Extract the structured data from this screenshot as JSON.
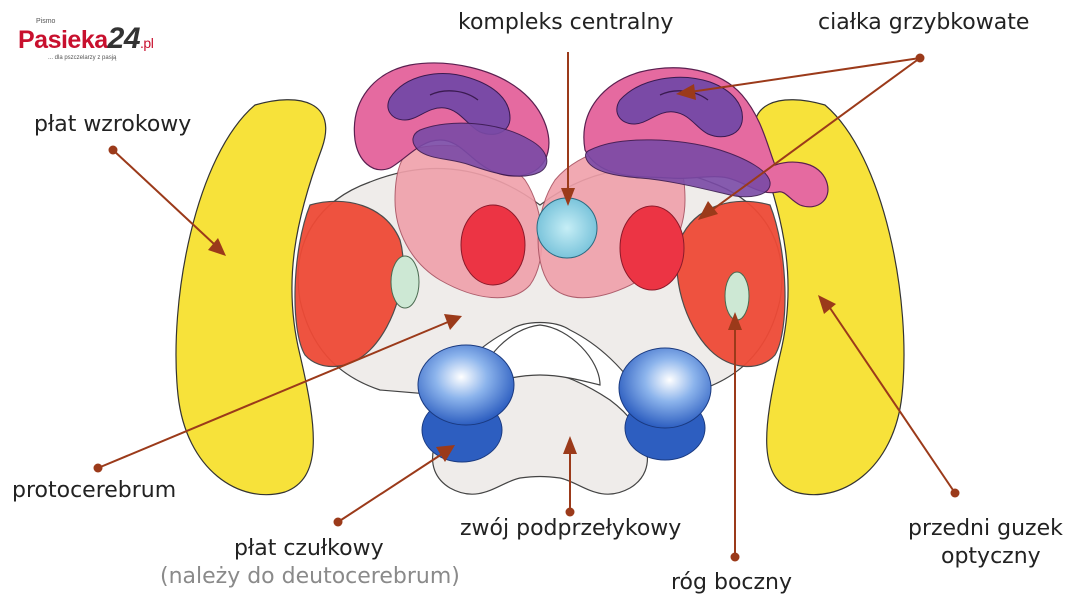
{
  "logo": {
    "pismo": "Pismo",
    "brand": "Pasieka",
    "brand_num": "24",
    "brand_suffix": ".pl",
    "tagline": "... dla pszczelarzy z pasją"
  },
  "labels": {
    "kompleks_centralny": "kompleks centralny",
    "cialka_grzybkowate": "ciałka grzybkowate",
    "plat_wzrokowy": "płat wzrokowy",
    "protocerebrum": "protocerebrum",
    "plat_czulkowy": "płat czułkowy",
    "plat_czulkowy_note": "(należy do deutocerebrum)",
    "zwoj_podprzelykowy": "zwój podprzełykowy",
    "rog_boczny": "róg boczny",
    "przedni_guzek_line1": "przedni guzek",
    "przedni_guzek_line2": "optyczny"
  },
  "colors": {
    "leader": "#9b3a1a",
    "optic_lobe": "#f7e23a",
    "tubercle": "#ee4a36",
    "mushroom_pink": "#e56aa0",
    "mushroom_purple": "#7a4aa6",
    "central_complex": "#8fd0e0",
    "antennal_lobe": "#3f72c8",
    "protocerebrum": "#efecea",
    "calyx_pink": "#f0a0aa",
    "calyx_red": "#ec3444"
  }
}
